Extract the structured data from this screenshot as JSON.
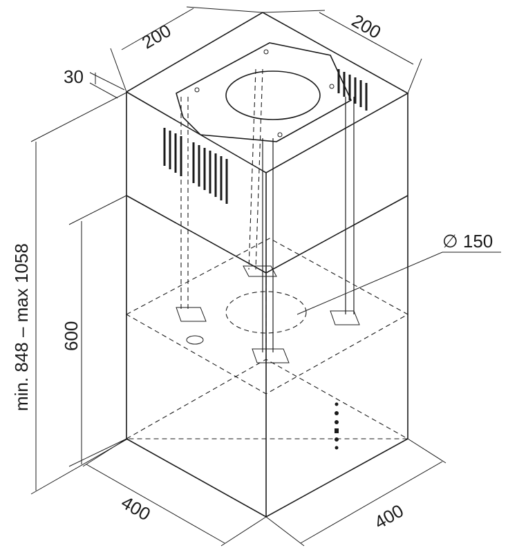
{
  "dimensions": {
    "top_left_width": "200",
    "top_right_width": "200",
    "collar_height": "30",
    "total_height": "min. 848 – max 1058",
    "body_height": "600",
    "duct_diameter": "∅ 150",
    "bottom_left_width": "400",
    "bottom_right_width": "400"
  }
}
